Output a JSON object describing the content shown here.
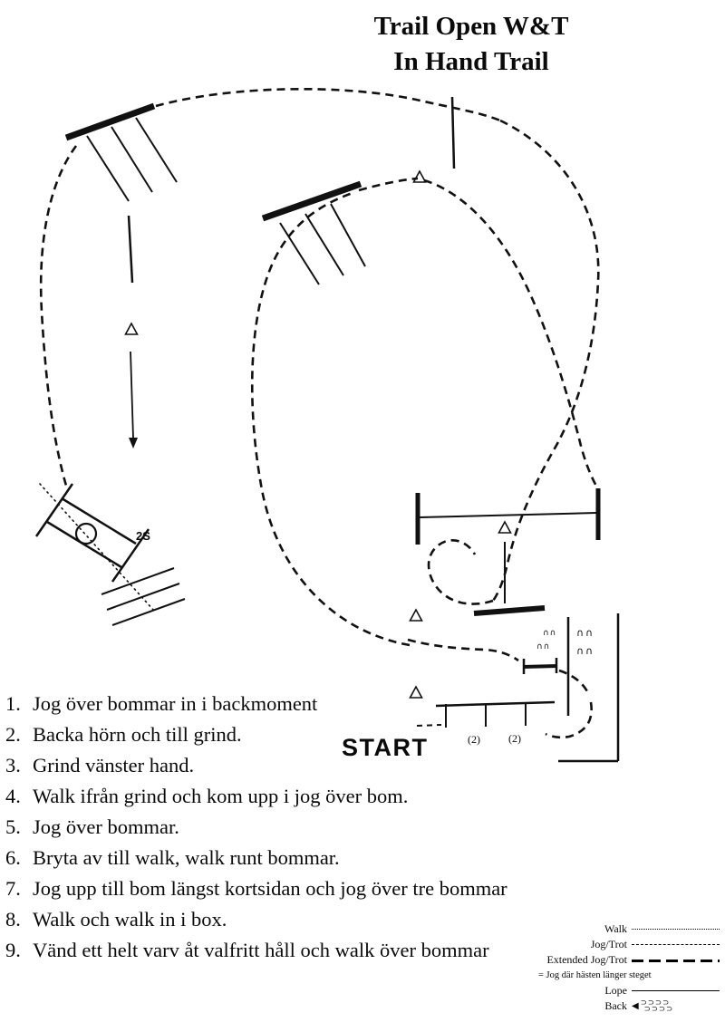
{
  "title": {
    "line1": "Trail Open W&T",
    "line2": "In Hand Trail"
  },
  "diagram": {
    "start_label": "START",
    "gate_label": "2S",
    "pole_spacing_left": "(2)",
    "pole_spacing_right": "(2)",
    "hoofprints": "∩∩"
  },
  "instructions": [
    {
      "num": "1.",
      "text": "Jog över bommar in i backmoment"
    },
    {
      "num": "2.",
      "text": "Backa hörn och till grind."
    },
    {
      "num": "3.",
      "text": "Grind vänster hand."
    },
    {
      "num": "4.",
      "text": "Walk ifrån grind och kom upp i jog över bom."
    },
    {
      "num": "5.",
      "text": "Jog över bommar."
    },
    {
      "num": "6.",
      "text": "Bryta av till walk, walk runt bommar."
    },
    {
      "num": "7.",
      "text": "Jog upp till bom längst kortsidan och jog över tre bommar"
    },
    {
      "num": "8.",
      "text": "Walk och walk in i box."
    },
    {
      "num": "9.",
      "text": "Vänd ett helt varv åt valfritt håll och walk över bommar"
    }
  ],
  "legend": {
    "entries": [
      {
        "label": "Walk"
      },
      {
        "label": "Jog/Trot"
      },
      {
        "label": "Extended Jog/Trot"
      },
      {
        "label": "Lope"
      },
      {
        "label": "Back"
      }
    ],
    "note": "= Jog där hästen länger steget",
    "hoofprint_row": "⊃⊃⊃⊃"
  }
}
